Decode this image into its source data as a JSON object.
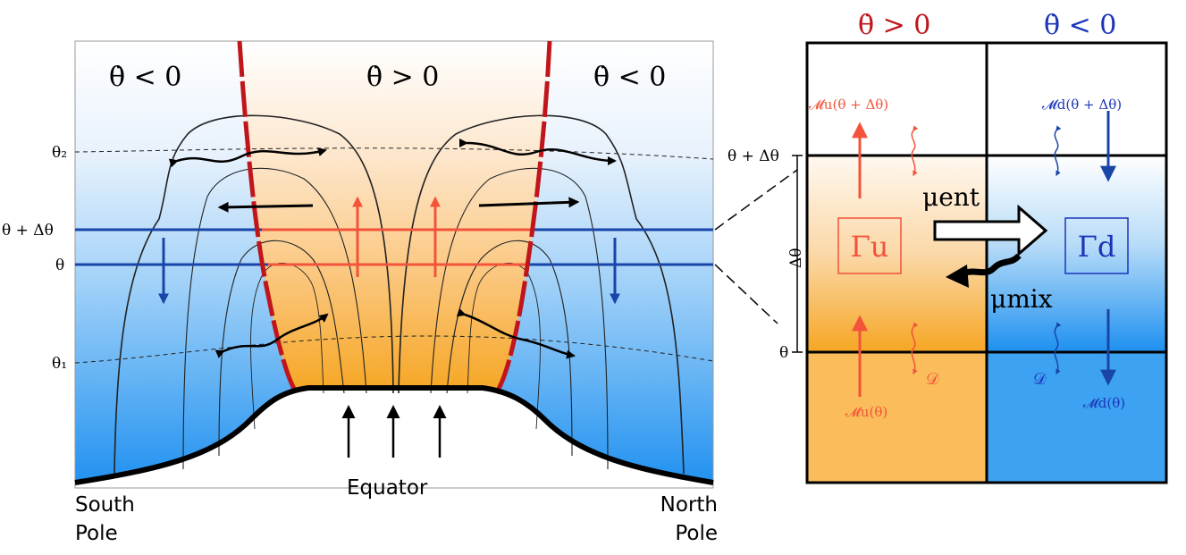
{
  "left_panel": {
    "label_south_dec": "θ̇ < 0",
    "label_center_inc": "θ̇ > 0",
    "label_north_dec": "θ̇ < 0",
    "label_theta2": "θ₂",
    "label_theta_plus": "θ + Δθ",
    "label_theta": "θ",
    "label_theta1": "θ₁",
    "label_equator": "Equator",
    "label_south_1": "South",
    "label_south_2": "Pole",
    "label_north_1": "North",
    "label_north_2": "Pole"
  },
  "right_panel": {
    "header_inc": "θ̇ > 0",
    "header_dec": "θ̇ < 0",
    "label_theta_plus": "θ + Δθ",
    "label_delta_theta": "Δθ",
    "label_theta": "θ",
    "mass_u_top": "𝓜u(θ + Δθ)",
    "mass_d_top": "𝓜d(θ + Δθ)",
    "mass_u_bottom": "𝓜u(θ)",
    "mass_d_bottom": "𝓜d(θ)",
    "gamma_u": "Γu",
    "gamma_d": "Γd",
    "mu_ent": "μent",
    "mu_mix": "μmix",
    "diff_u": "𝒟",
    "diff_d": "𝒟"
  },
  "colors": {
    "warm": "#f6a623",
    "warm_red": "#f2533a",
    "dark_red": "#c0161b",
    "blue_line": "#1a45a8",
    "blue_text": "#1a35b8",
    "sky_blue": "#1e90f0"
  }
}
